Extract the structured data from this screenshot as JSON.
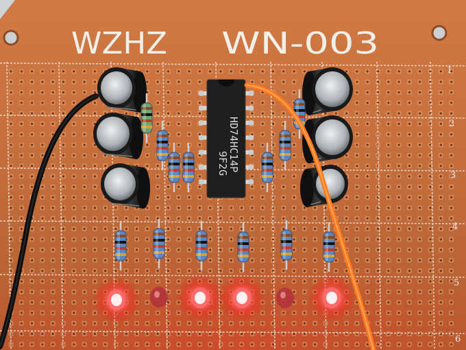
{
  "board": {
    "brand": "WZHZ",
    "model": "WN-003",
    "row_numbers": [
      "1",
      "2",
      "3",
      "4",
      "5",
      "6"
    ]
  },
  "chip": {
    "part_number": "HD74HC14P",
    "date_code": "9F2G"
  },
  "colors": {
    "board": "#c8703e",
    "board_dark": "#9a4f28",
    "silkscreen": "#f2efe9",
    "chip_body": "#1f1f1f",
    "resistor_body": "#5c86c0",
    "capacitor_body": "#232323",
    "capacitor_top": "#b8bcc0",
    "wire_black": "#111111",
    "wire_orange": "#ff7a1a",
    "led_on": "#ff3a3a",
    "led_off": "#b0303a"
  },
  "leds": [
    {
      "name": "led-1",
      "state": "on"
    },
    {
      "name": "led-2",
      "state": "off"
    },
    {
      "name": "led-3",
      "state": "on"
    },
    {
      "name": "led-4",
      "state": "on"
    },
    {
      "name": "led-5",
      "state": "off"
    },
    {
      "name": "led-6",
      "state": "on"
    }
  ],
  "icons": [
    "mounting-hole-icon",
    "led-icon",
    "resistor-icon",
    "capacitor-icon",
    "ic-chip-icon",
    "wire-icon"
  ]
}
